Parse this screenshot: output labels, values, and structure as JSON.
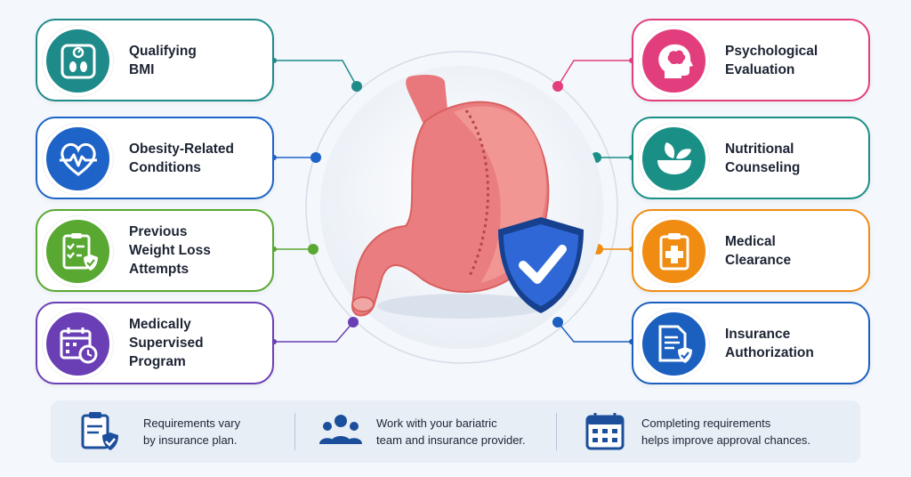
{
  "colors": {
    "teal": "#1f8a8a",
    "blue": "#1e63c7",
    "green": "#58a832",
    "purple": "#6a3fb5",
    "pink": "#e23e7e",
    "teal2": "#198f86",
    "orange": "#f08c12",
    "navy": "#1b5fbf"
  },
  "left_cards": [
    {
      "label": "Qualifying\nBMI",
      "icon": "scale-icon",
      "color": "#1f8a8a"
    },
    {
      "label": "Obesity-Related\nConditions",
      "icon": "heart-pulse-icon",
      "color": "#1e63c7"
    },
    {
      "label": "Previous\nWeight Loss\nAttempts",
      "icon": "checklist-shield-icon",
      "color": "#58a832"
    },
    {
      "label": "Medically\nSupervised\nProgram",
      "icon": "calendar-clock-icon",
      "color": "#6a3fb5"
    }
  ],
  "right_cards": [
    {
      "label": "Psychological\nEvaluation",
      "icon": "brain-head-icon",
      "color": "#e23e7e"
    },
    {
      "label": "Nutritional\nCounseling",
      "icon": "bowl-leaf-icon",
      "color": "#198f86"
    },
    {
      "label": "Medical\nClearance",
      "icon": "clipboard-cross-icon",
      "color": "#f08c12"
    },
    {
      "label": "Insurance\nAuthorization",
      "icon": "document-shield-icon",
      "color": "#1b5fbf"
    }
  ],
  "bottom_tips": [
    {
      "text": "Requirements vary\nby insurance plan.",
      "icon": "clipboard-shield-icon"
    },
    {
      "text": "Work with your bariatric\nteam and insurance provider.",
      "icon": "team-icon"
    },
    {
      "text": "Completing requirements\nhelps improve approval chances.",
      "icon": "calendar-grid-icon"
    }
  ],
  "center": {
    "icon": "stomach-shield-icon"
  }
}
